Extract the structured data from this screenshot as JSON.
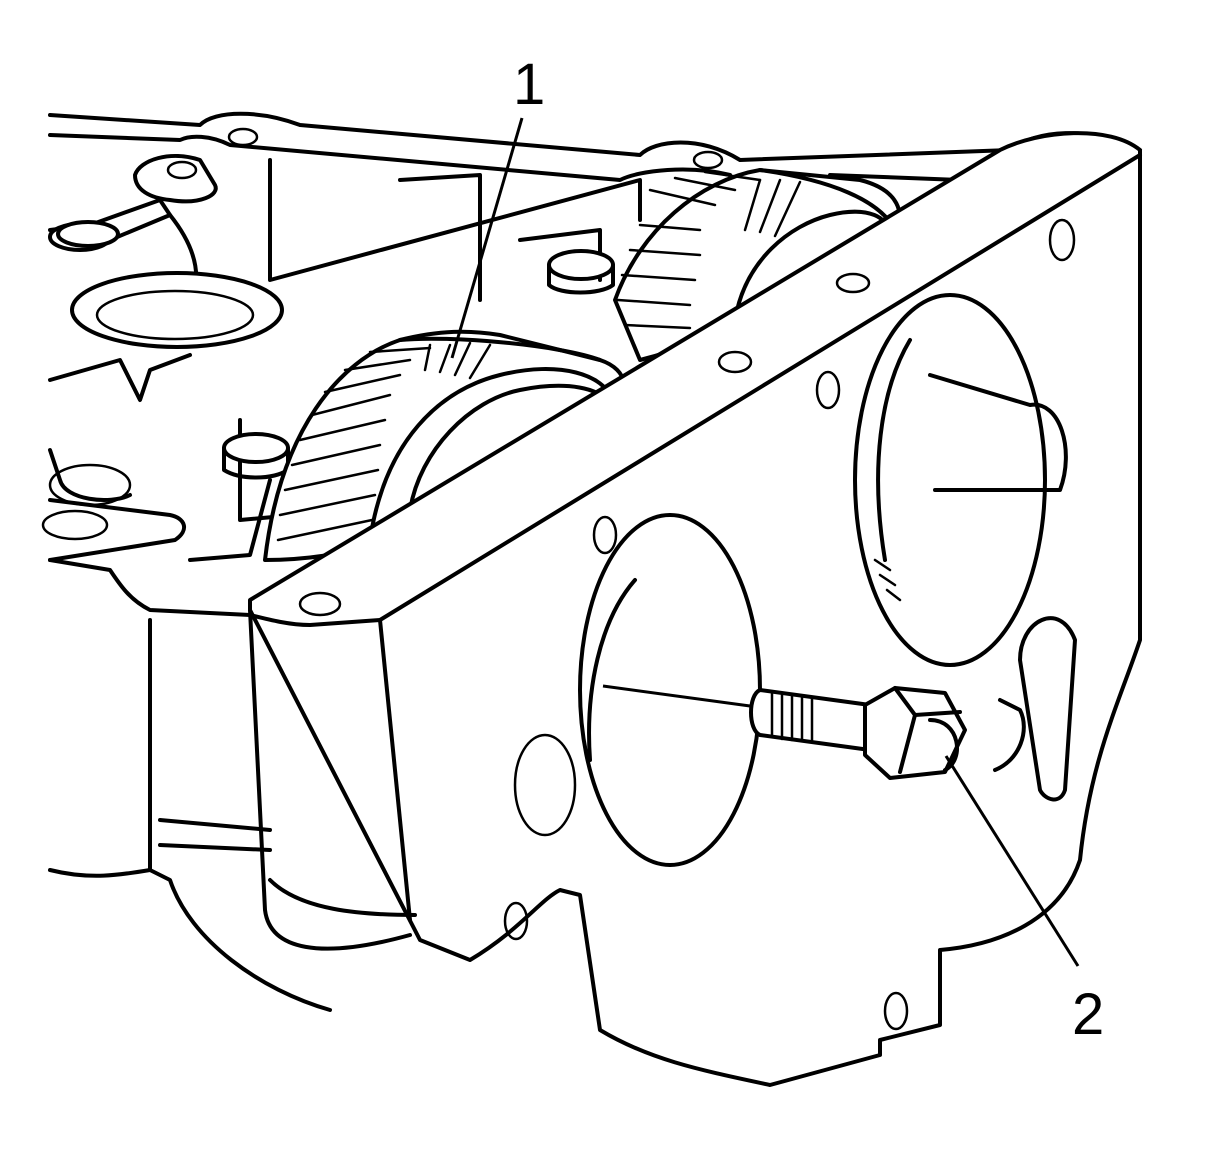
{
  "callouts": [
    {
      "label": "1",
      "part": "camshaft-sprocket"
    },
    {
      "label": "2",
      "part": "bolt"
    }
  ],
  "colors": {
    "line": "#000000",
    "background": "#ffffff"
  }
}
